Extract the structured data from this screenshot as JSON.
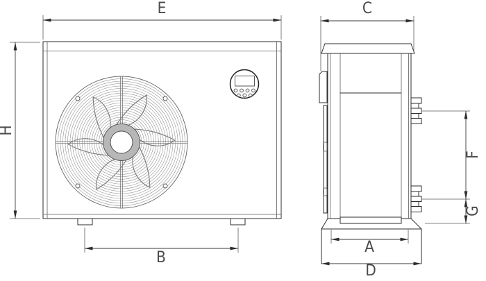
{
  "diagram": {
    "type": "technical-dimension-drawing",
    "subject": "heat pump outdoor unit - front and side views",
    "views": {
      "front": {
        "dimensions": {
          "overall_width_top": "E",
          "overall_height_left": "H",
          "feet_span_bottom": "B"
        }
      },
      "side": {
        "dimensions": {
          "overall_depth_top": "C",
          "base_inner_width": "A",
          "base_overall_width": "D",
          "pipe_connection_spacing": "F",
          "pipe_to_base_distance": "G"
        }
      }
    }
  }
}
